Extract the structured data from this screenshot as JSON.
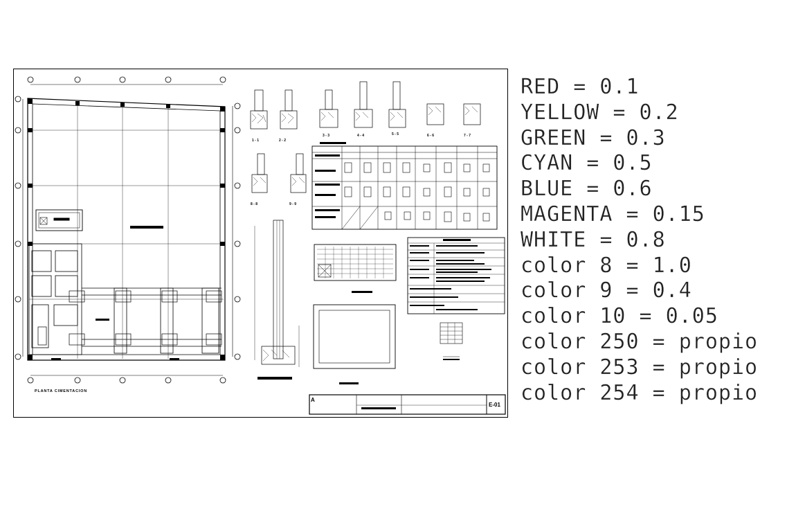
{
  "drawing": {
    "plan_title": "PLANTA CIMENTACION",
    "sheet_code": "E-01",
    "revision_letter": "A",
    "section_labels": [
      "1 - 1",
      "2 - 2",
      "3 - 3",
      "4 - 4",
      "5 - 5",
      "6 - 6",
      "7 - 7",
      "8 - 8",
      "9 - 9"
    ]
  },
  "pen_legend": {
    "items": [
      "RED = 0.1",
      "YELLOW = 0.2",
      "GREEN = 0.3",
      "CYAN = 0.5",
      "BLUE = 0.6",
      "MAGENTA = 0.15",
      "WHITE = 0.8",
      "color 8 = 1.0",
      "color 9 = 0.4",
      "color 10 = 0.05",
      "color 250 = propio",
      "color 253 = propio",
      "color 254 = propio"
    ]
  }
}
